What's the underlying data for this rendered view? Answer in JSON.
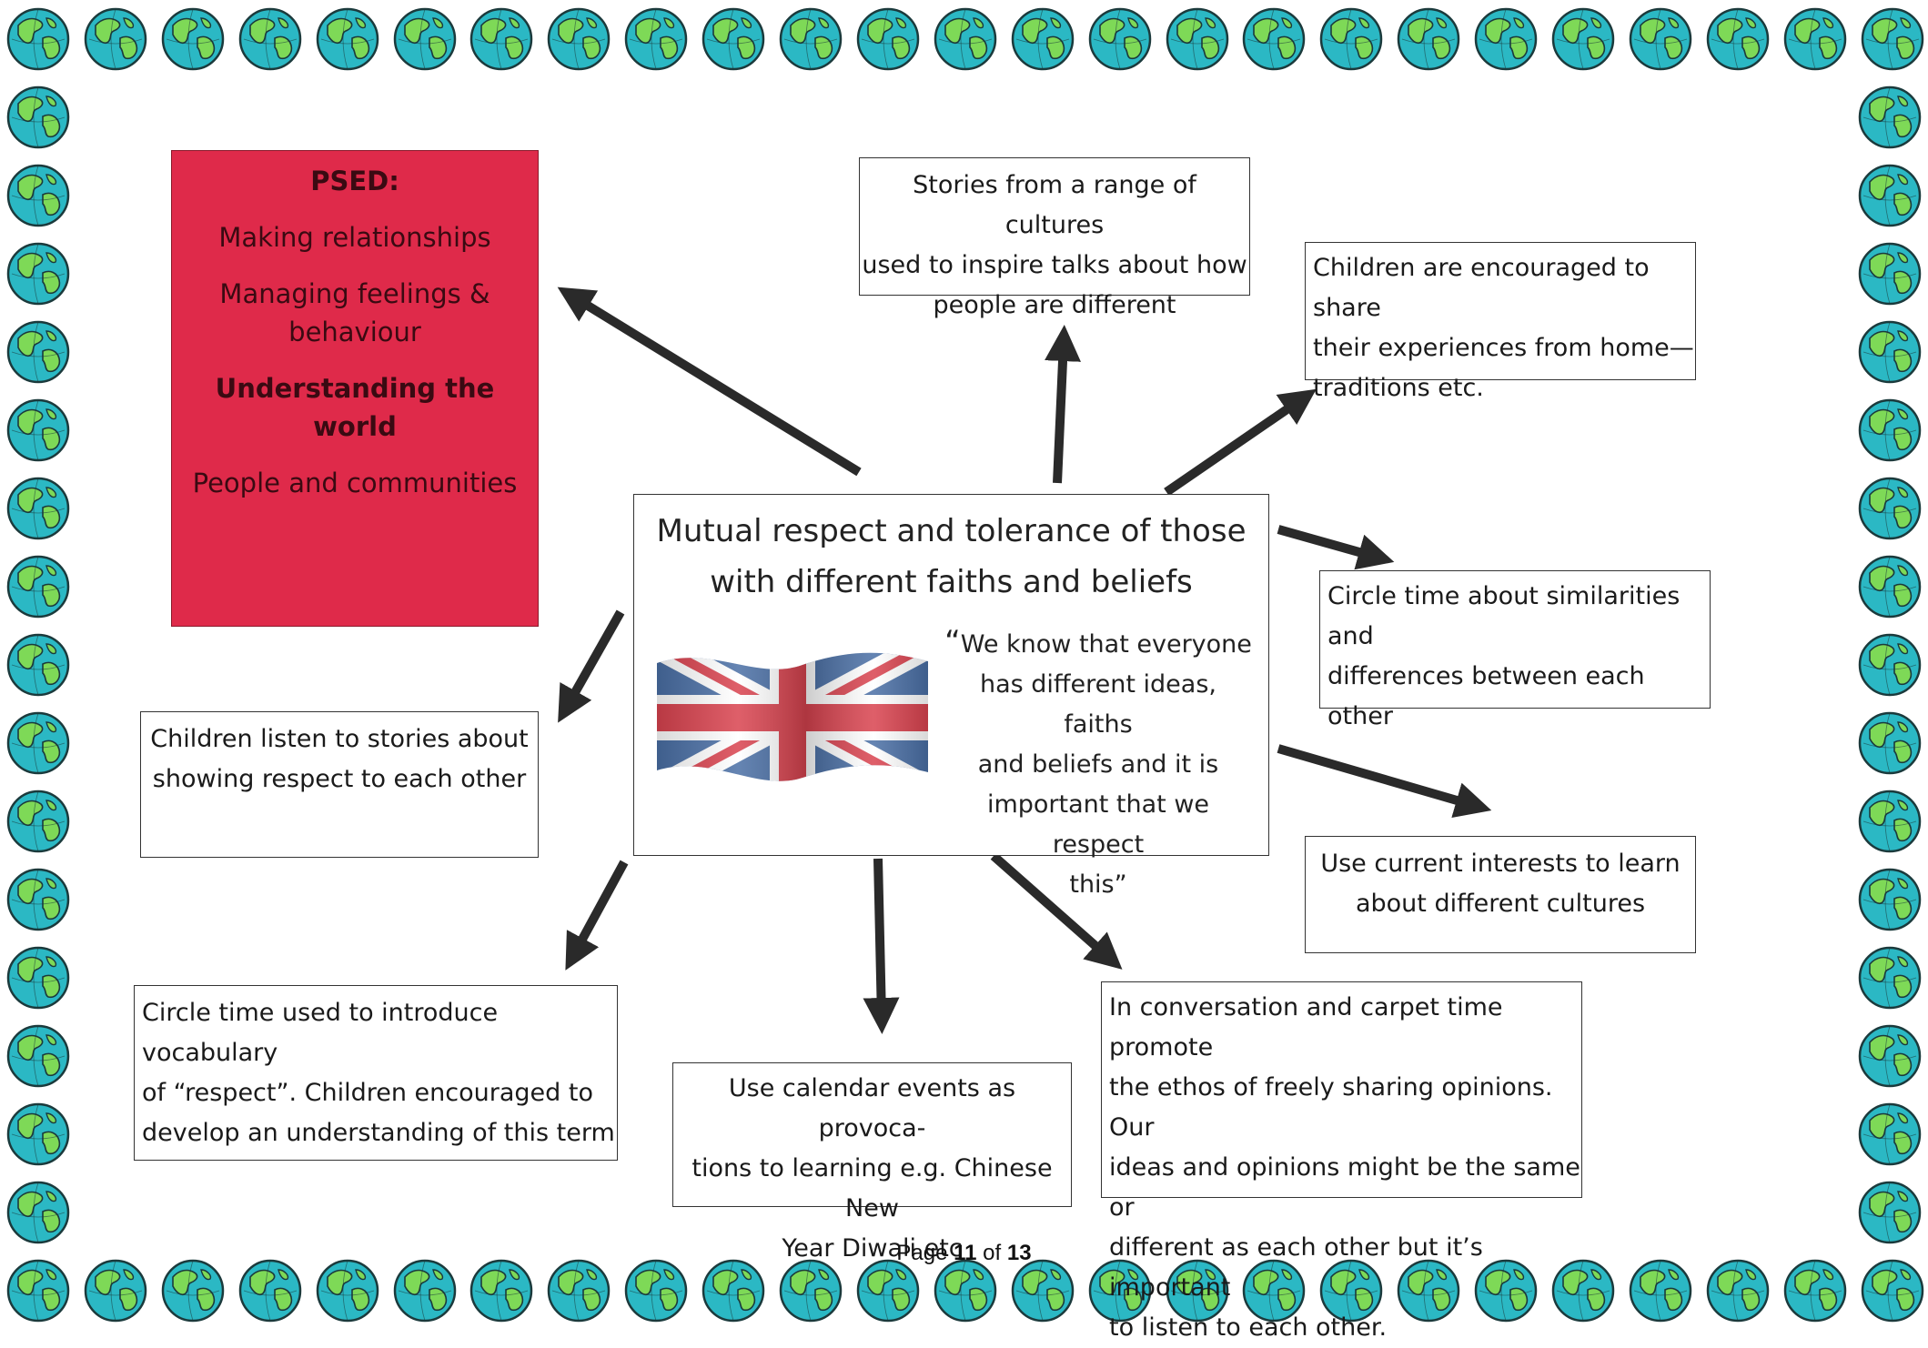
{
  "psed": {
    "heading": "PSED:",
    "line1": "Making relationships",
    "line2": "Managing feelings &",
    "line3": "behaviour",
    "line4": "Understanding the world",
    "line5": "People and communities"
  },
  "hub": {
    "title_line1": "Mutual respect and tolerance of those",
    "title_line2": "with different faiths and beliefs",
    "quote_open": "“",
    "quote_line1": "We know that everyone",
    "quote_line2": "has different ideas, faiths",
    "quote_line3": "and beliefs and it is",
    "quote_line4": "important that we respect",
    "quote_line5": "this”"
  },
  "boxes": {
    "stories": [
      "Stories from a range of cultures",
      "used to inspire talks about how",
      "people are different"
    ],
    "share": [
      "Children are encouraged to share",
      "their experiences from home—",
      "traditions etc."
    ],
    "circle_similar": [
      "Circle time about similarities and",
      "differences between each other"
    ],
    "listen": [
      "Children listen to stories about",
      "showing respect to each other"
    ],
    "interests": [
      "Use current interests to learn",
      "about different cultures"
    ],
    "vocab": [
      "Circle time used to introduce  vocabulary",
      "of “respect”.  Children encouraged to",
      "develop an understanding of this term"
    ],
    "calendar": [
      "Use calendar events as provoca-",
      "tions to learning e.g. Chinese New",
      "Year Diwali etc"
    ],
    "conversation": [
      "In conversation and carpet time promote",
      "the ethos of freely sharing opinions.  Our",
      "ideas and  opinions might be the same or",
      "different as each other but it’s important",
      "to listen to each  other."
    ]
  },
  "footer": {
    "page_word": "Page ",
    "page_num": "11",
    "of_word": " of ",
    "total": "13"
  },
  "colors": {
    "psed_bg": "#df2a4a",
    "globe_ocean": "#2bb8c4",
    "globe_land": "#7ed957",
    "arrow": "#2a2a2a"
  },
  "icons": {
    "border": "globe-icon",
    "flag": "union-jack-flag"
  }
}
